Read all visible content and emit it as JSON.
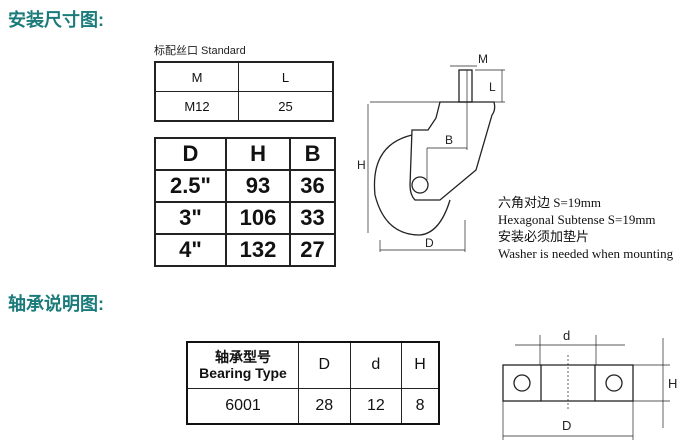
{
  "section_install": {
    "title": "安装尺寸图:"
  },
  "standard_table": {
    "caption": "标配丝口 Standard",
    "headers": [
      "M",
      "L"
    ],
    "row": [
      "M12",
      "25"
    ]
  },
  "size_table": {
    "headers": [
      "D",
      "H",
      "B"
    ],
    "rows": [
      [
        "2.5\"",
        "93",
        "36"
      ],
      [
        "3\"",
        "106",
        "33"
      ],
      [
        "4\"",
        "132",
        "27"
      ]
    ]
  },
  "caster_diagram": {
    "labels": {
      "M": "M",
      "L": "L",
      "B": "B",
      "H": "H",
      "D": "D"
    }
  },
  "notes": [
    "六角对边 S=19mm",
    "Hexagonal Subtense S=19mm",
    "安装必须加垫片",
    "Washer is needed when mounting"
  ],
  "section_bearing": {
    "title": "轴承说明图:"
  },
  "bearing_table": {
    "header_cn": "轴承型号",
    "header_en": "Bearing Type",
    "headers": [
      "D",
      "d",
      "H"
    ],
    "row": [
      "6001",
      "28",
      "12",
      "8"
    ]
  },
  "bearing_diagram": {
    "labels": {
      "d": "d",
      "H": "H",
      "D": "D"
    }
  }
}
